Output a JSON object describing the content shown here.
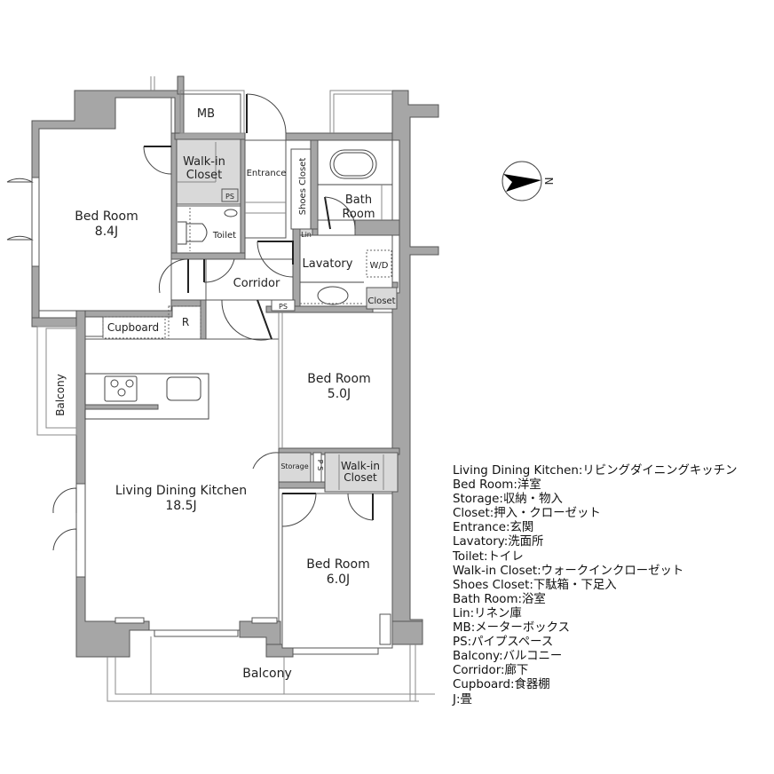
{
  "compass": {
    "label": "N",
    "icon": "north-arrow-icon"
  },
  "rooms": {
    "bedroom_main": {
      "name": "Bed Room",
      "size": "8.4J"
    },
    "bedroom_mid": {
      "name": "Bed Room",
      "size": "5.0J"
    },
    "bedroom_south": {
      "name": "Bed Room",
      "size": "6.0J"
    },
    "ldk": {
      "name": "Living Dining Kitchen",
      "size": "18.5J"
    },
    "mb": "MB",
    "walkin_1": [
      "Walk-in",
      "Closet"
    ],
    "walkin_2": [
      "Walk-in",
      "Closet"
    ],
    "ps_1": "PS",
    "ps_2": "PS",
    "ps_3": "P S",
    "toilet": "Toilet",
    "entrance": "Entrance",
    "shoes_closet": "Shoes Closet",
    "bath": [
      "Bath",
      "Room"
    ],
    "lin": "Lin",
    "lavatory": "Lavatory",
    "wd": "W/D",
    "closet": "Closet",
    "corridor": "Corridor",
    "cupboard": "Cupboard",
    "fridge": "R",
    "storage": "Storage",
    "balcony_side": "Balcony",
    "balcony_main": "Balcony"
  },
  "legend": [
    "Living Dining Kitchen:リビングダイニングキッチン",
    "Bed Room:洋室",
    "Storage:収納・物入",
    "Closet:押入・クローゼット",
    "Entrance:玄関",
    "Lavatory:洗面所",
    "Toilet:トイレ",
    "Walk-in Closet:ウォークインクローゼット",
    "Shoes Closet:下駄箱・下足入",
    "Bath Room:浴室",
    "Lin:リネン庫",
    "MB:メーターボックス",
    "PS:パイプスペース",
    "Balcony:バルコニー",
    "Corridor:廊下",
    "Cupboard:食器棚",
    "J:畳"
  ],
  "colors": {
    "wall": "#a6a6a6",
    "closet_fill": "#d9d9d9",
    "background": "#ffffff"
  }
}
